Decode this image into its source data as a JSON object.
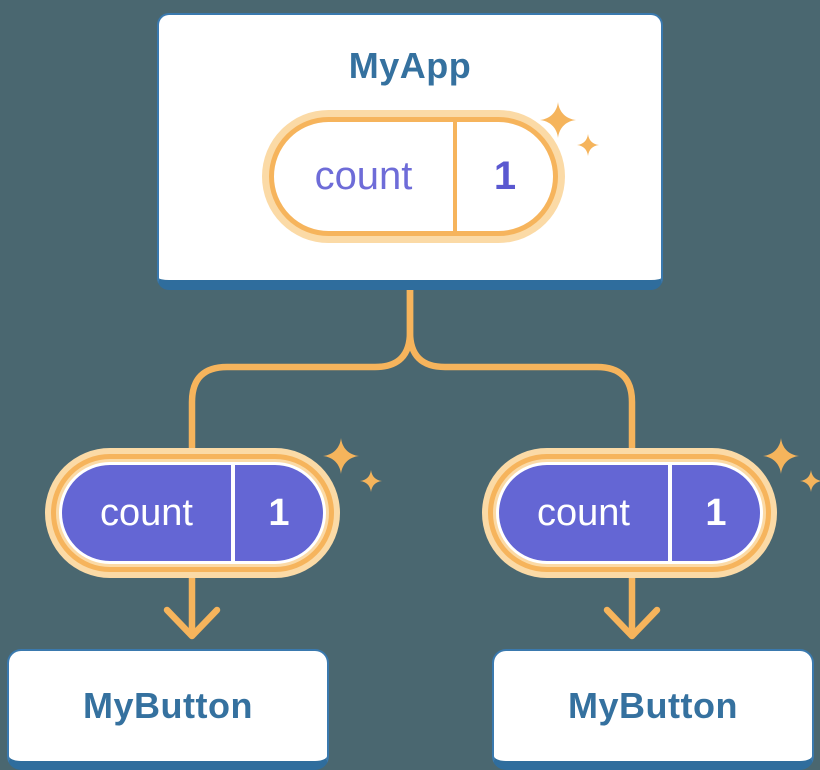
{
  "diagram": {
    "root_card": {
      "title": "MyApp",
      "state": {
        "name": "count",
        "value": "1"
      }
    },
    "child_cards": [
      {
        "title": "MyButton",
        "prop": {
          "name": "count",
          "value": "1"
        }
      },
      {
        "title": "MyButton",
        "prop": {
          "name": "count",
          "value": "1"
        }
      }
    ],
    "colors": {
      "background": "#4a6770",
      "card_fill": "#ffffff",
      "card_border": "#3a79ae",
      "card_border_bottom": "#2f6d9d",
      "card_text_blue": "#35719f",
      "pill_ring_orange": "#f6b45c",
      "pill_glow_orange": "#fbdaa6",
      "pill_purple_fill": "#6466d4",
      "state_name_text": "#6e6cd8",
      "state_value_text": "#5a58d0",
      "prop_text": "#ffffff",
      "connector_orange": "#f6b45c",
      "sparkle_orange": "#f5b45c"
    }
  }
}
